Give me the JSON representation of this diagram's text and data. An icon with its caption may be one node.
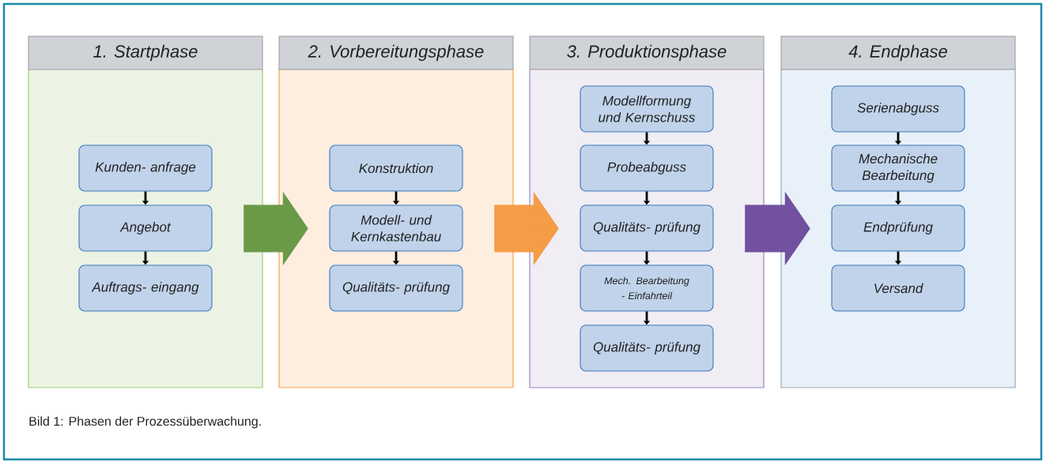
{
  "diagram": {
    "caption": "Bild 1: Phasen der Prozessüberwachung.",
    "nodes": [
      {
        "text": [
          "1. Startphase"
        ]
      },
      {
        "text": [
          "Kunden- anfrage"
        ],
        "in": 0
      },
      {
        "text": [
          "Angebot"
        ],
        "in": 0
      },
      {
        "text": [
          "Auftrags- eingang"
        ],
        "in": 0
      },
      {
        "text": [
          "2. Vorbereitungsphase"
        ]
      },
      {
        "text": [
          "Konstruktion"
        ],
        "in": 4
      },
      {
        "text": [
          "Modell- und Kernkastenbau"
        ],
        "in": 4
      },
      {
        "text": [
          "Qualitäts- prüfung"
        ],
        "in": 4
      },
      {
        "text": [
          "3. Produktionsphase"
        ]
      },
      {
        "text": [
          "Modellformung und Kernschuss"
        ],
        "in": 8
      },
      {
        "text": [
          "Probeabguss"
        ],
        "in": 8
      },
      {
        "text": [
          "Qualitäts- prüfung"
        ],
        "in": 8
      },
      {
        "text": [
          "Mech. Bearbeitung - Einfahrteil"
        ],
        "in": 8
      },
      {
        "text": [
          "Qualitäts- prüfung"
        ],
        "in": 8
      },
      {
        "text": [
          "4. Endphase"
        ]
      },
      {
        "text": [
          "Serienabguss"
        ],
        "in": 14
      },
      {
        "text": [
          "Mechanische Bearbeitung"
        ],
        "in": 14
      },
      {
        "text": [
          "Endprüfung"
        ],
        "in": 14
      },
      {
        "text": [
          "Versand"
        ],
        "in": 14
      }
    ],
    "edges": [
      {
        "from": 1,
        "to": 2,
        "arrow": "to"
      },
      {
        "from": 2,
        "to": 3,
        "arrow": "to"
      },
      {
        "from": 0,
        "to": 4,
        "arrow": "to",
        "style": "thick",
        "color": "#6a9a48"
      },
      {
        "from": 5,
        "to": 6,
        "arrow": "to"
      },
      {
        "from": 6,
        "to": 7,
        "arrow": "to"
      },
      {
        "from": 4,
        "to": 8,
        "arrow": "to",
        "style": "thick",
        "color": "#f59c46"
      },
      {
        "from": 9,
        "to": 10,
        "arrow": "to"
      },
      {
        "from": 10,
        "to": 11,
        "arrow": "to"
      },
      {
        "from": 11,
        "to": 12,
        "arrow": "to"
      },
      {
        "from": 12,
        "to": 13,
        "arrow": "to"
      },
      {
        "from": 8,
        "to": 14,
        "arrow": "to",
        "style": "thick",
        "color": "#7151a0"
      },
      {
        "from": 15,
        "to": 16,
        "arrow": "to"
      },
      {
        "from": 16,
        "to": 17,
        "arrow": "to"
      },
      {
        "from": 17,
        "to": 18,
        "arrow": "to"
      }
    ]
  }
}
